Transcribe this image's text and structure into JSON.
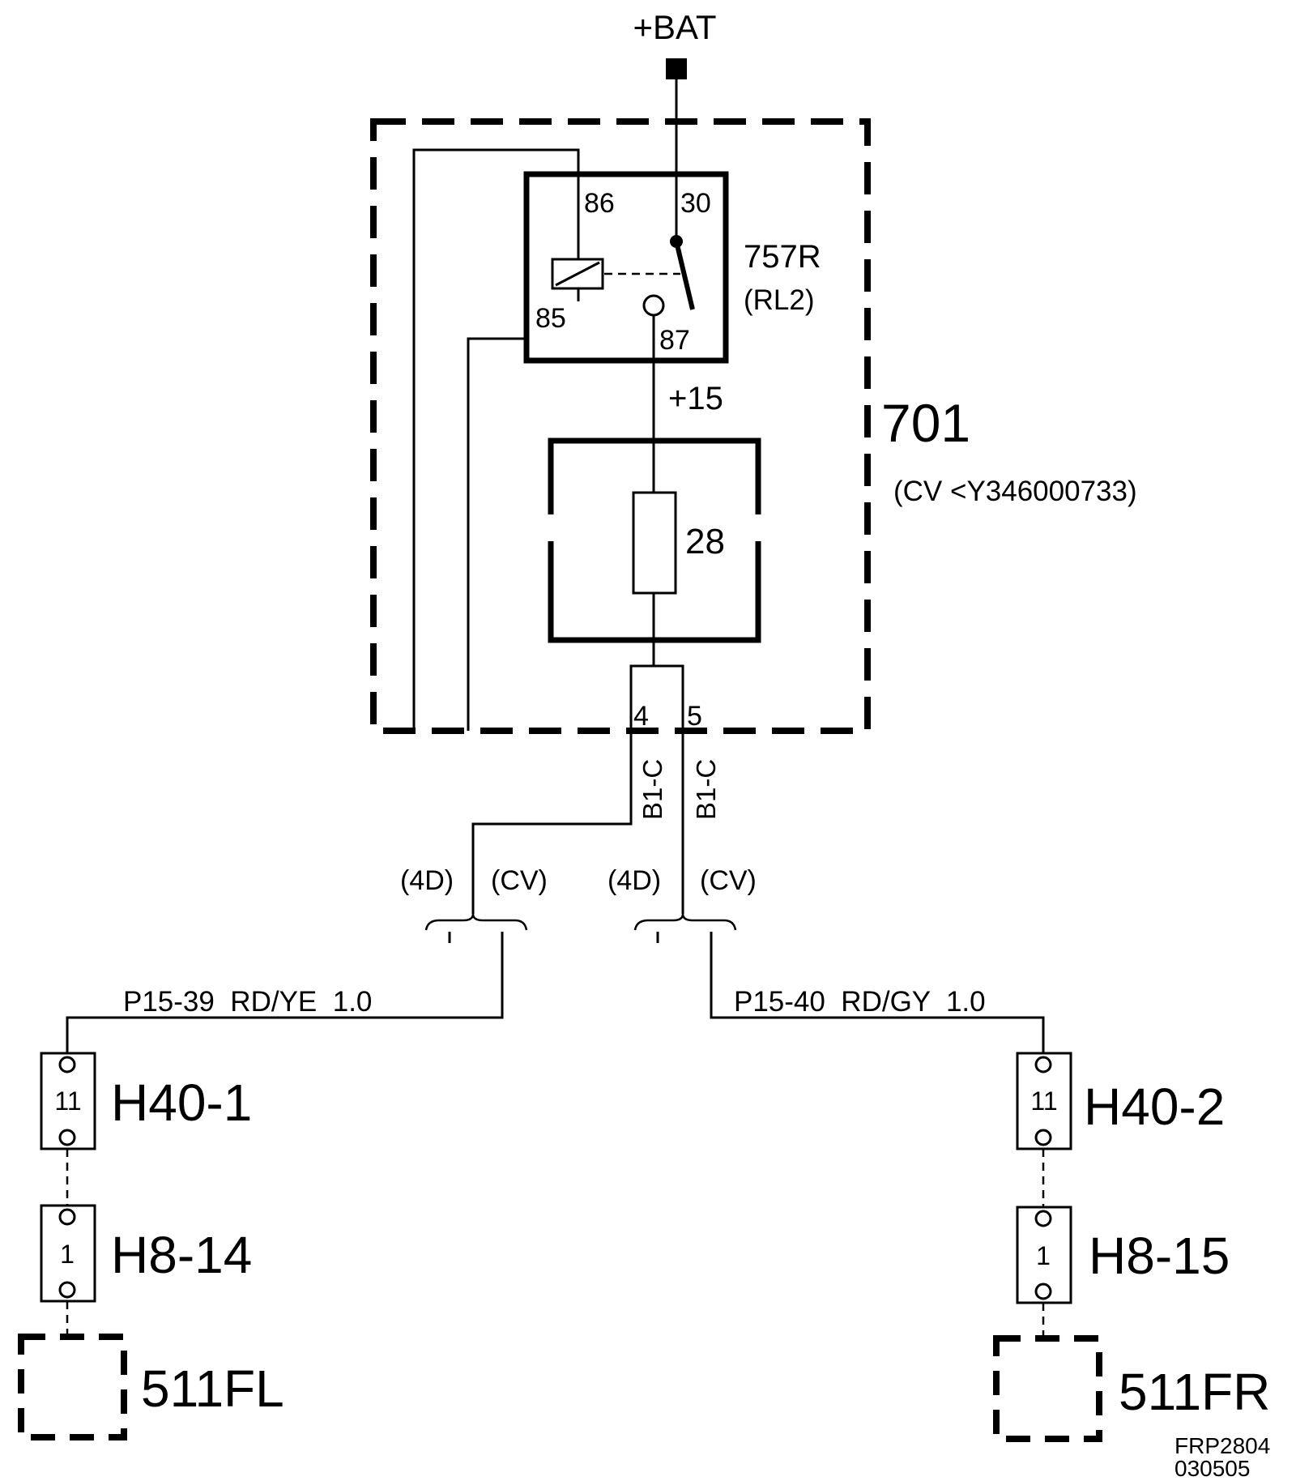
{
  "power": {
    "label": "+BAT"
  },
  "fusebox": {
    "id": "701",
    "variant": "(CV <Y346000733)"
  },
  "relay": {
    "id": "757R",
    "ref": "(RL2)",
    "pins": {
      "p86": "86",
      "p30": "30",
      "p85": "85",
      "p87": "87"
    }
  },
  "supply": {
    "label": "+15"
  },
  "fuse": {
    "number": "28"
  },
  "outputs": {
    "left": {
      "pin": "4",
      "connector": "B1-C"
    },
    "right": {
      "pin": "5",
      "connector": "B1-C"
    }
  },
  "variants": {
    "left": {
      "a": "(4D)",
      "b": "(CV)"
    },
    "right": {
      "a": "(4D)",
      "b": "(CV)"
    }
  },
  "wires": {
    "left": "P15-39  RD/YE  1.0",
    "right": "P15-40  RD/GY  1.0"
  },
  "connectors": {
    "h40_1": {
      "name": "H40-1",
      "pin": "11"
    },
    "h40_2": {
      "name": "H40-2",
      "pin": "11"
    },
    "h8_14": {
      "name": "H8-14",
      "pin": "1"
    },
    "h8_15": {
      "name": "H8-15",
      "pin": "1"
    }
  },
  "components": {
    "left": {
      "name": "511FL"
    },
    "right": {
      "name": "511FR"
    }
  },
  "footer": {
    "code": "FRP2804",
    "date": "030505"
  },
  "colors": {
    "ink": "#000000",
    "background": "#ffffff"
  }
}
